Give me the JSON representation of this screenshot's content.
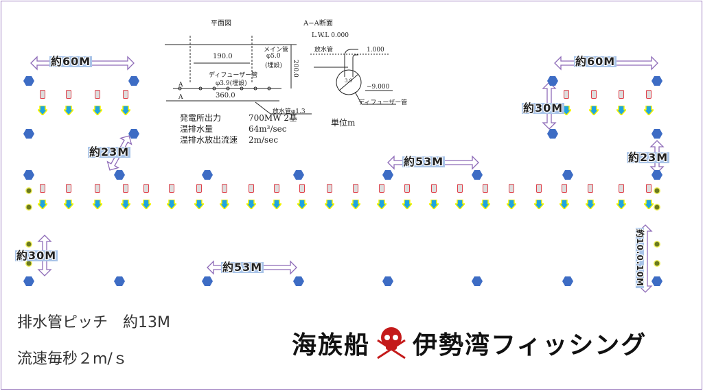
{
  "labels": {
    "top_left_width": "約60M",
    "top_right_width": "約60M",
    "top_right_height": "約30M",
    "left_diag": "約23M",
    "right_gap": "約23M",
    "mid_pitch_top": "約53M",
    "bottom_left_height": "約30M",
    "mid_pitch_bottom": "約53M",
    "right_vertical": "約10.0.10M"
  },
  "reference": {
    "plan_title": "平面図",
    "section_title": "A−A断面",
    "lwl": "L.W.L 0.000",
    "dim_190": "190.0",
    "dim_360": "360.0",
    "dim_200": "200.0",
    "main_pipe": "メイン管",
    "main_pipe_dia": "φ5.0",
    "buried": "(埋設)",
    "diffuser_pipe": "ディフューザー管",
    "diffuser_dia": "φ3.9(埋設)",
    "discharge_pipe": "放水管φ1.3",
    "section_discharge": "放水管",
    "depth_1": "1.000",
    "depth_9": "−9.000",
    "section_dia": "3.9",
    "section_diffuser": "ディフューザー管",
    "a_mark": "A",
    "unit": "単位m",
    "specs": [
      {
        "k": "発電所出力",
        "v": "700MW 2基"
      },
      {
        "k": "温排水量",
        "v": "64m³/sec"
      },
      {
        "k": "温排水放出流速",
        "v": "2m/sec"
      }
    ]
  },
  "notes": {
    "pitch": "排水管ピッチ　約13M",
    "flow": "流速毎秒２m/ｓ"
  },
  "logo": {
    "left": "海族船",
    "right": "伊勢湾フィッシング"
  },
  "colors": {
    "hex": "#3d6cc4",
    "arrow": "#8e6bb8",
    "label_bg": "#a9c4e8",
    "flow_arrow": "#1fa3e0"
  }
}
